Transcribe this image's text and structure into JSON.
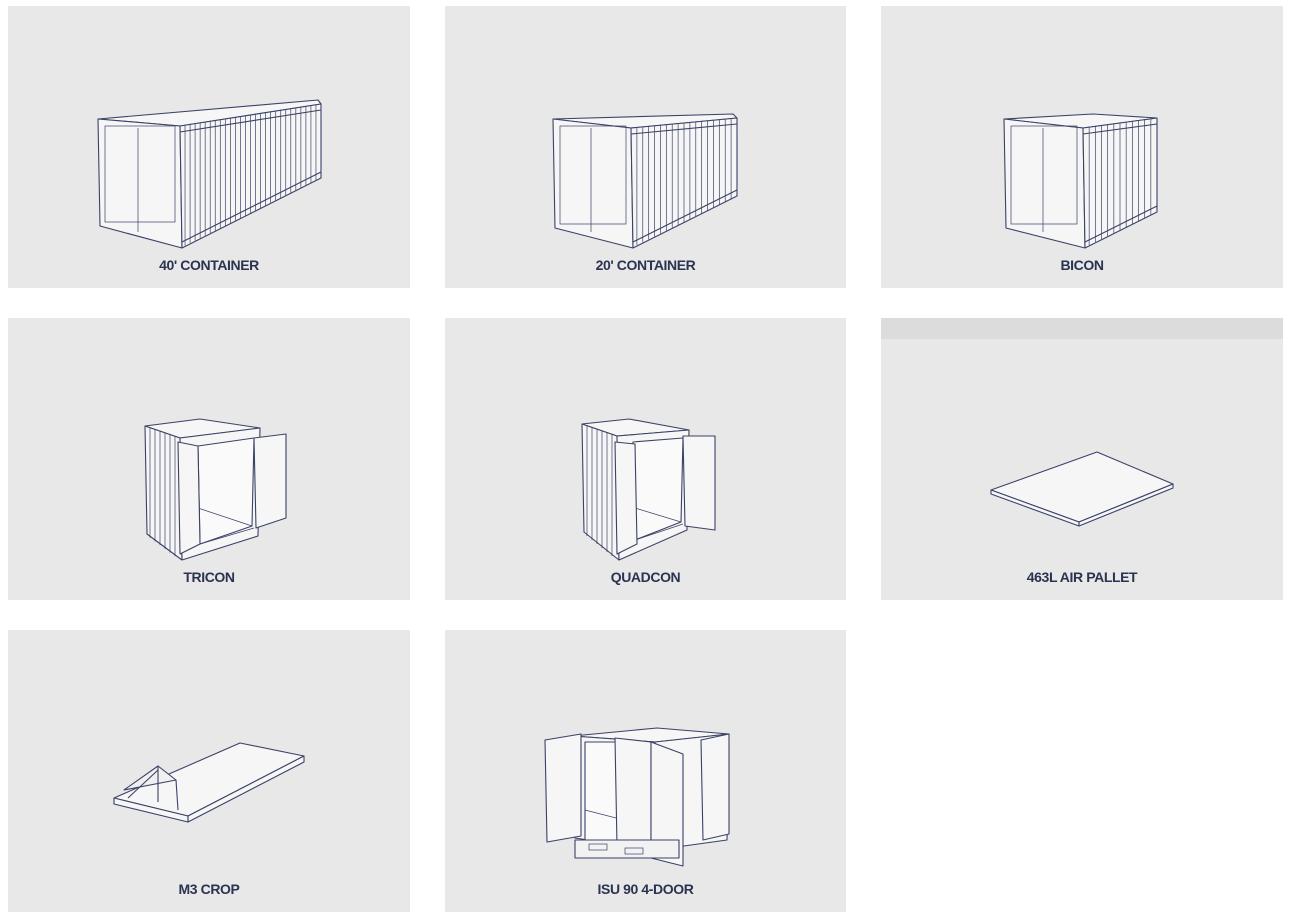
{
  "products": [
    {
      "label": "40' CONTAINER",
      "icon": "container-40ft-icon"
    },
    {
      "label": "20' CONTAINER",
      "icon": "container-20ft-icon"
    },
    {
      "label": "BICON",
      "icon": "bicon-icon"
    },
    {
      "label": "TRICON",
      "icon": "tricon-icon"
    },
    {
      "label": "QUADCON",
      "icon": "quadcon-icon"
    },
    {
      "label": "463L AIR PALLET",
      "icon": "air-pallet-icon"
    },
    {
      "label": "M3 CROP",
      "icon": "m3-crop-icon"
    },
    {
      "label": "ISU 90 4-DOOR",
      "icon": "isu-90-icon"
    }
  ],
  "colors": {
    "card_bg": "#e8e8e8",
    "line": "#3a4266",
    "label": "#2a3350"
  }
}
